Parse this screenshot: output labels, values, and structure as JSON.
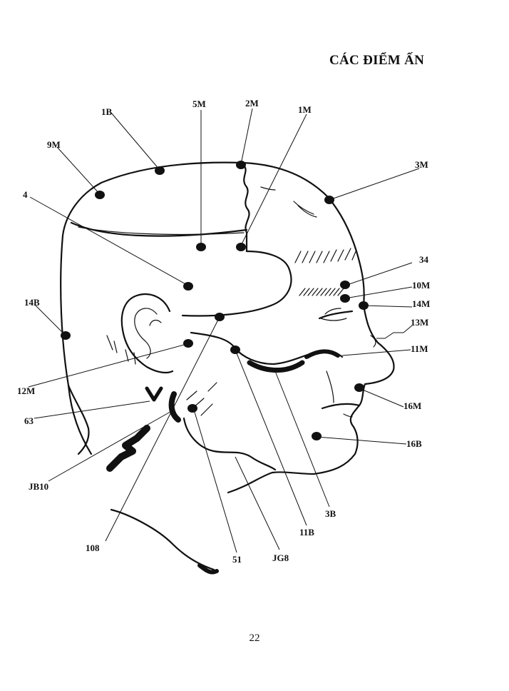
{
  "page": {
    "title": "CÁC ĐIỂM ẤN",
    "page_number": "22"
  },
  "labels": {
    "p1B": "1B",
    "p5M": "5M",
    "p2M": "2M",
    "p1M": "1M",
    "p9M": "9M",
    "p3M": "3M",
    "p4": "4",
    "p34": "34",
    "p10M": "10M",
    "p14M": "14M",
    "p14B": "14B",
    "p13M": "13M",
    "p11M": "11M",
    "p12M": "12M",
    "p16M": "16M",
    "p63": "63",
    "p16B": "16B",
    "pJB10": "JB10",
    "p3B": "3B",
    "p11B": "11B",
    "p108": "108",
    "p51": "51",
    "pJG8": "JG8"
  },
  "colors": {
    "ink": "#111111",
    "paper": "#ffffff"
  }
}
